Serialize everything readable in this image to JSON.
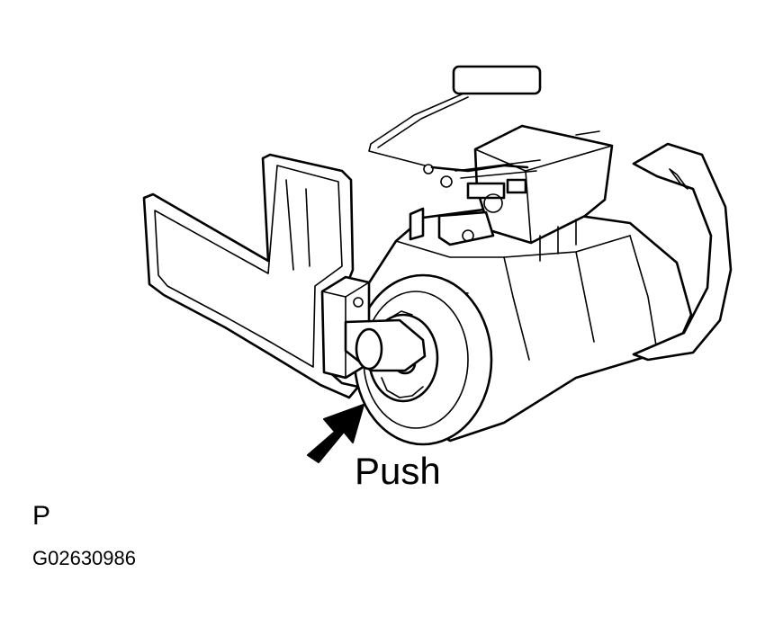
{
  "labels": {
    "push": "Push",
    "view_code": "P",
    "figure_id": "G02630986"
  },
  "colors": {
    "line": "#000000",
    "background": "#ffffff"
  }
}
